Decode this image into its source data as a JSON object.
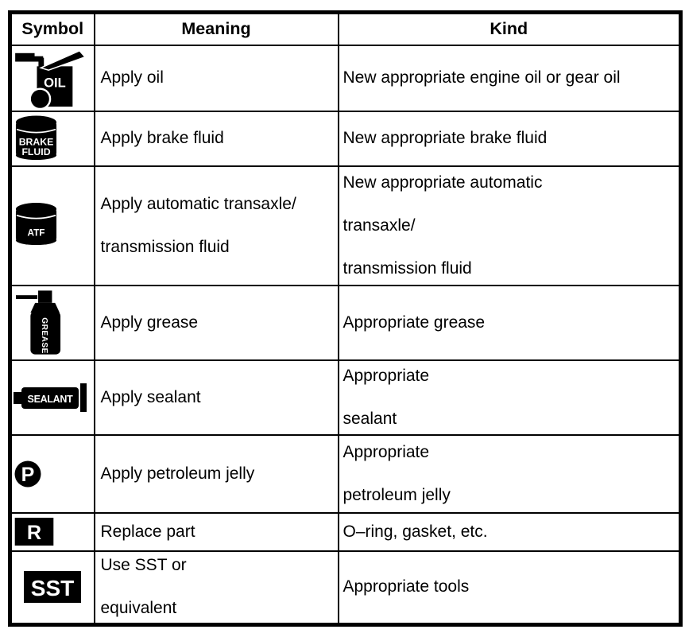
{
  "colors": {
    "ink": "#000000",
    "paper": "#ffffff"
  },
  "table": {
    "headers": [
      "Symbol",
      "Meaning",
      "Kind"
    ],
    "rows": [
      {
        "icon": {
          "name": "oil-can-icon",
          "label": "OIL"
        },
        "meaning": {
          "line1": "Apply oil"
        },
        "kind": {
          "line1": "New appropriate engine oil or gear oil"
        }
      },
      {
        "icon": {
          "name": "brake-fluid-can-icon",
          "label_line1": "BRAKE",
          "label_line2": "FLUID"
        },
        "meaning": {
          "line1": "Apply brake fluid"
        },
        "kind": {
          "line1": "New appropriate brake fluid"
        }
      },
      {
        "icon": {
          "name": "atf-can-icon",
          "label": "ATF"
        },
        "meaning": {
          "line1": "Apply automatic transaxle/",
          "line2": "transmission fluid"
        },
        "kind": {
          "line1": "New appropriate automatic",
          "line2": "transaxle/",
          "line3": "transmission fluid"
        }
      },
      {
        "icon": {
          "name": "grease-spray-can-icon",
          "label": "GREASE"
        },
        "meaning": {
          "line1": "Apply grease"
        },
        "kind": {
          "line1": "Appropriate grease"
        }
      },
      {
        "icon": {
          "name": "sealant-tube-icon",
          "label": "SEALANT"
        },
        "meaning": {
          "line1": "Apply sealant"
        },
        "kind": {
          "line1": "Appropriate",
          "line2": "sealant"
        }
      },
      {
        "icon": {
          "name": "petroleum-jelly-icon",
          "label": "P"
        },
        "meaning": {
          "line1": "Apply petroleum jelly"
        },
        "kind": {
          "line1": "Appropriate",
          "line2": "petroleum jelly"
        }
      },
      {
        "icon": {
          "name": "replace-part-icon",
          "label": "R"
        },
        "meaning": {
          "line1": "Replace part"
        },
        "kind": {
          "line1": "O–ring, gasket, etc."
        }
      },
      {
        "icon": {
          "name": "sst-icon",
          "label": "SST"
        },
        "meaning": {
          "line1": "Use SST or",
          "line2": "equivalent"
        },
        "kind": {
          "line1": "Appropriate tools"
        }
      }
    ]
  }
}
